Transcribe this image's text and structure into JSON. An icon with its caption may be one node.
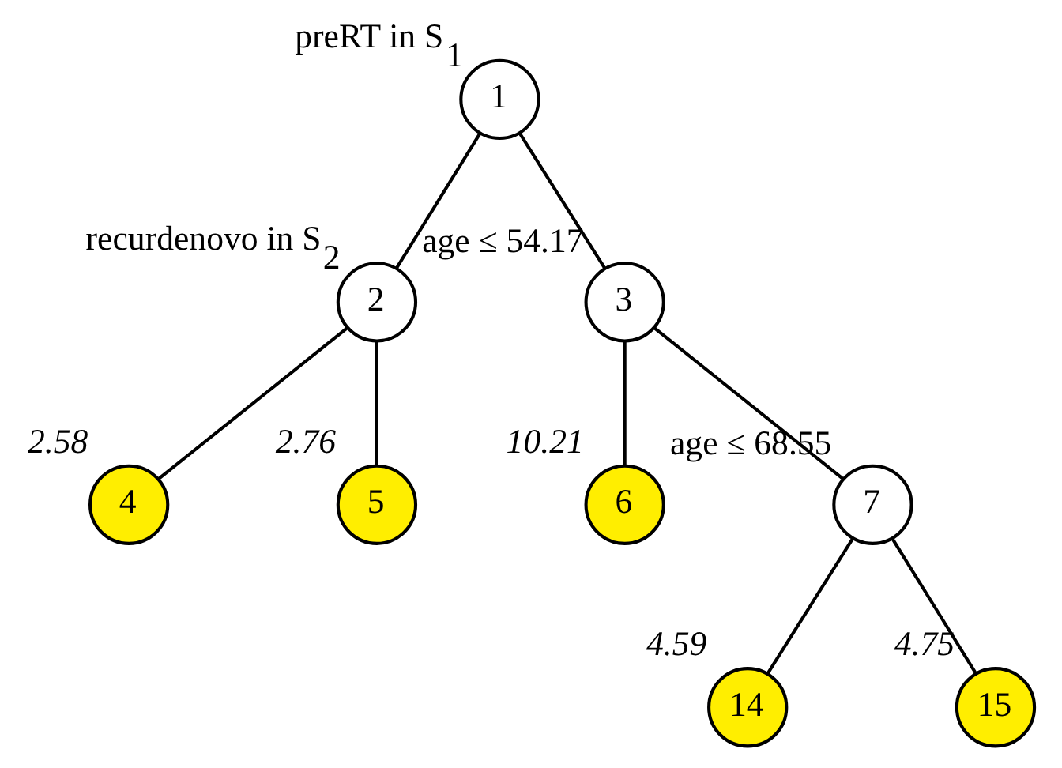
{
  "diagram": {
    "nodes": [
      {
        "text": [
          "1"
        ],
        "beside": [
          "preRT in S$_{1}$"
        ]
      },
      {
        "text": [
          "2"
        ],
        "beside": [
          "recurdenovo in S$_{2}$"
        ]
      },
      {
        "text": [
          "3"
        ],
        "beside": [
          "age ≤ 54.17"
        ]
      },
      {
        "text": [
          "4"
        ],
        "beside": [
          "2.58"
        ]
      },
      {
        "text": [
          "5"
        ],
        "beside": [
          "2.76"
        ]
      },
      {
        "text": [
          "6"
        ],
        "beside": [
          "10.21"
        ]
      },
      {
        "text": [
          "7"
        ],
        "beside": [
          "age ≤ 68.55"
        ]
      },
      {
        "text": [
          "14"
        ],
        "beside": [
          "4.59"
        ]
      },
      {
        "text": [
          "15"
        ],
        "beside": [
          "4.75"
        ]
      }
    ],
    "edges": [
      {
        "from": 0,
        "to": 1,
        "arrow": "none"
      },
      {
        "from": 0,
        "to": 2,
        "arrow": "none"
      },
      {
        "from": 1,
        "to": 3,
        "arrow": "none"
      },
      {
        "from": 1,
        "to": 4,
        "arrow": "none"
      },
      {
        "from": 2,
        "to": 5,
        "arrow": "none"
      },
      {
        "from": 2,
        "to": 6,
        "arrow": "none"
      },
      {
        "from": 6,
        "to": 7,
        "arrow": "none"
      },
      {
        "from": 6,
        "to": 8,
        "arrow": "none"
      }
    ]
  }
}
